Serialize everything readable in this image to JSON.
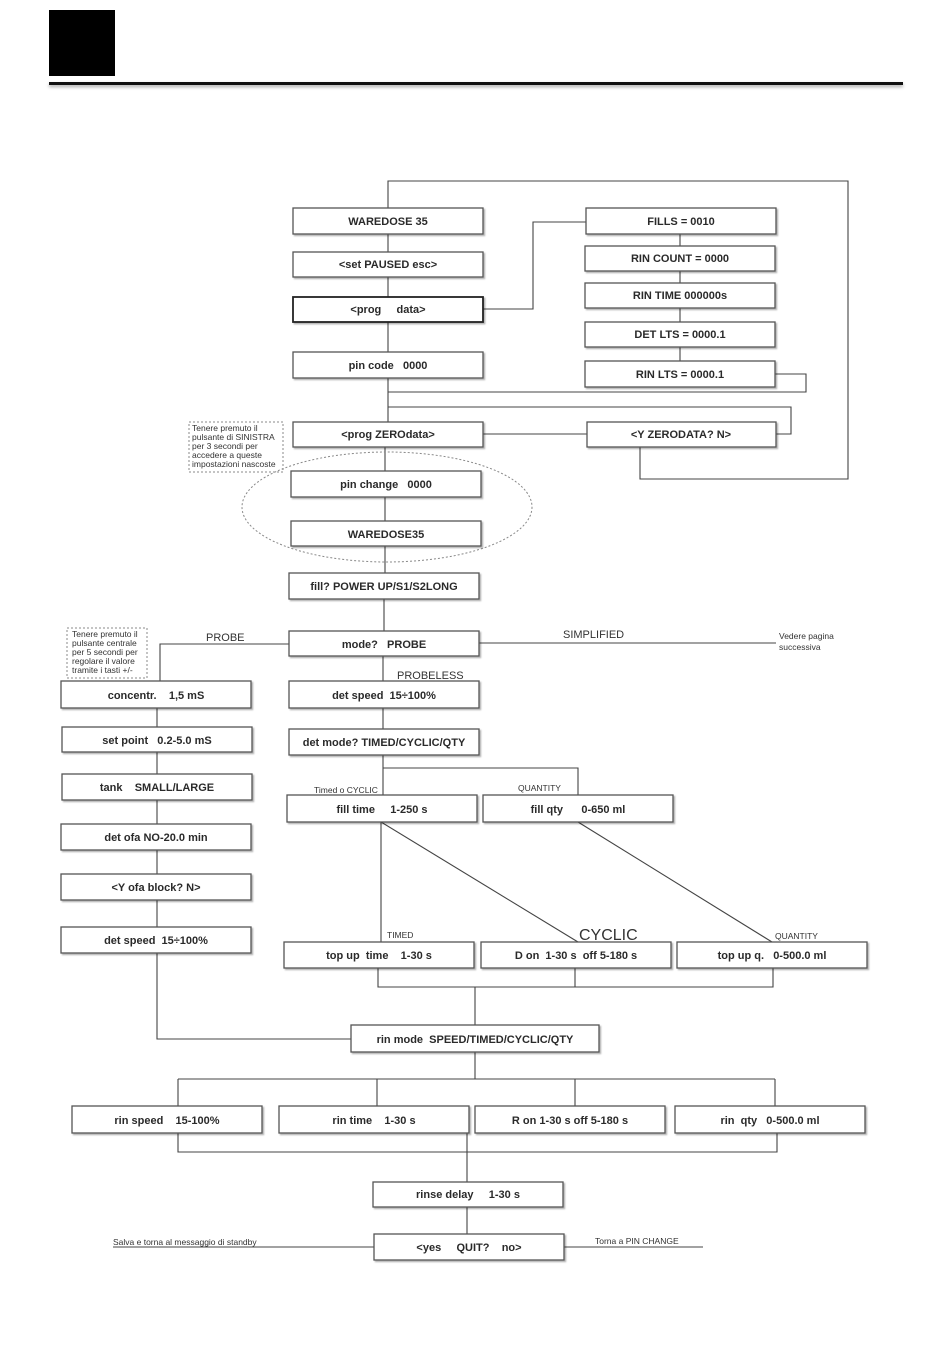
{
  "boxes": {
    "waredose35": "WAREDOSE 35",
    "set_paused": "<set PAUSED esc>",
    "prog_data": "<prog     data>",
    "pin_code": "pin code   0000",
    "prog_zerodata": "<prog ZEROdata>",
    "pin_change": "pin change   0000",
    "waredose35b": "WAREDOSE35",
    "fill_power": "fill? POWER UP/S1/S2LONG",
    "mode_probe": "mode?   PROBE",
    "det_speed_mid": "det speed  15÷100%",
    "det_mode": "det mode? TIMED/CYCLIC/QTY",
    "fill_time": "fill time     1-250 s",
    "fill_qty": "fill qty      0-650 ml",
    "topup_time": "top up  time    1-30 s",
    "d_on": "D on  1-30 s  off 5-180 s",
    "topup_q": "top up q.   0-500.0 ml",
    "rin_mode": "rin mode  SPEED/TIMED/CYCLIC/QTY",
    "rin_speed": "rin speed    15-100%",
    "rin_time": "rin time    1-30 s",
    "r_on": "R on 1-30 s off 5-180 s",
    "rin_qty": "rin  qty   0-500.0 ml",
    "rinse_delay": "rinse delay     1-30 s",
    "quit": "<yes     QUIT?    no>",
    "fills": "FILLS = 0010",
    "rin_count": "RIN COUNT = 0000",
    "rin_time_counter": "RIN TIME 000000s",
    "det_lts": "DET LTS = 0000.1",
    "rin_lts": "RIN LTS = 0000.1",
    "y_zerodata": "<Y ZERODATA? N>",
    "concentr": "concentr.    1,5 mS",
    "set_point": "set point   0.2-5.0 mS",
    "tank": "tank    SMALL/LARGE",
    "det_ofa": "det ofa NO-20.0 min",
    "y_ofa_block": "<Y ofa block? N>",
    "det_speed_left": "det speed  15÷100%"
  },
  "labels": {
    "probe": "PROBE",
    "simplified": "SIMPLIFIED",
    "probeless": "PROBELESS",
    "timed_o_cyclic": "Timed o CYCLIC",
    "quantity_top": "QUANTITY",
    "timed": "TIMED",
    "cyclic": "CYCLIC",
    "quantity_bottom": "QUANTITY",
    "save_standby": "Salva e torna al messaggio di standby",
    "back_pin_change": "Torna a PIN CHANGE"
  },
  "notes": {
    "vedere": [
      "Vedere pagina",
      "successiva"
    ],
    "sinistra": [
      "Tenere premuto il",
      "pulsante di SINISTRA",
      "per 3 secondi per",
      "accedere a queste",
      "impostazioni nascoste"
    ],
    "centrale": [
      "Tenere premuto il",
      "pulsante centrale",
      "per 5 secondi per",
      "regolare il valore",
      "tramite i tasti +/-"
    ]
  }
}
